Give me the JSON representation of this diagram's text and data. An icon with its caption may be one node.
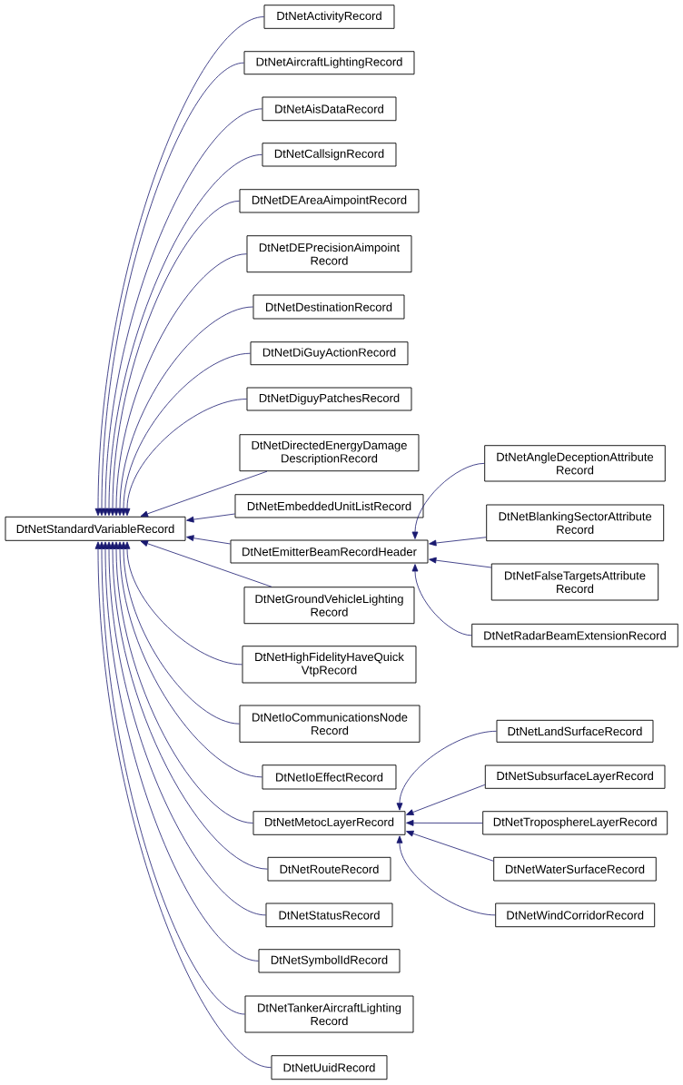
{
  "diagram": {
    "nodes": [
      {
        "text": [
          "DtNetStandardVariableRecord"
        ]
      },
      {
        "text": [
          "DtNetActivityRecord"
        ]
      },
      {
        "text": [
          "DtNetAircraftLightingRecord"
        ]
      },
      {
        "text": [
          "DtNetAisDataRecord"
        ]
      },
      {
        "text": [
          "DtNetCallsignRecord"
        ]
      },
      {
        "text": [
          "DtNetDEAreaAimpointRecord"
        ]
      },
      {
        "text": [
          "DtNetDEPrecisionAimpoint Record"
        ]
      },
      {
        "text": [
          "DtNetDestinationRecord"
        ]
      },
      {
        "text": [
          "DtNetDiGuyActionRecord"
        ]
      },
      {
        "text": [
          "DtNetDiguyPatchesRecord"
        ]
      },
      {
        "text": [
          "DtNetDirectedEnergyDamage DescriptionRecord"
        ]
      },
      {
        "text": [
          "DtNetEmbeddedUnitListRecord"
        ]
      },
      {
        "text": [
          "DtNetEmitterBeamRecordHeader"
        ]
      },
      {
        "text": [
          "DtNetGroundVehicleLighting Record"
        ]
      },
      {
        "text": [
          "DtNetHighFidelityHaveQuick VtpRecord"
        ]
      },
      {
        "text": [
          "DtNetIoCommunicationsNode Record"
        ]
      },
      {
        "text": [
          "DtNetIoEffectRecord"
        ]
      },
      {
        "text": [
          "DtNetMetocLayerRecord"
        ]
      },
      {
        "text": [
          "DtNetRouteRecord"
        ]
      },
      {
        "text": [
          "DtNetStatusRecord"
        ]
      },
      {
        "text": [
          "DtNetSymbolIdRecord"
        ]
      },
      {
        "text": [
          "DtNetTankerAircraftLighting Record"
        ]
      },
      {
        "text": [
          "DtNetUuidRecord"
        ]
      },
      {
        "text": [
          "DtNetAngleDeceptionAttribute Record"
        ]
      },
      {
        "text": [
          "DtNetBlankingSectorAttribute Record"
        ]
      },
      {
        "text": [
          "DtNetFalseTargetsAttribute Record"
        ]
      },
      {
        "text": [
          "DtNetRadarBeamExtensionRecord"
        ]
      },
      {
        "text": [
          "DtNetLandSurfaceRecord"
        ]
      },
      {
        "text": [
          "DtNetSubsurfaceLayerRecord"
        ]
      },
      {
        "text": [
          "DtNetTroposphereLayerRecord"
        ]
      },
      {
        "text": [
          "DtNetWaterSurfaceRecord"
        ]
      },
      {
        "text": [
          "DtNetWindCorridorRecord"
        ]
      }
    ],
    "edges": [
      {
        "from": 1,
        "to": 0,
        "arrow": "to"
      },
      {
        "from": 2,
        "to": 0,
        "arrow": "to"
      },
      {
        "from": 3,
        "to": 0,
        "arrow": "to"
      },
      {
        "from": 4,
        "to": 0,
        "arrow": "to"
      },
      {
        "from": 5,
        "to": 0,
        "arrow": "to"
      },
      {
        "from": 6,
        "to": 0,
        "arrow": "to"
      },
      {
        "from": 7,
        "to": 0,
        "arrow": "to"
      },
      {
        "from": 8,
        "to": 0,
        "arrow": "to"
      },
      {
        "from": 9,
        "to": 0,
        "arrow": "to"
      },
      {
        "from": 10,
        "to": 0,
        "arrow": "to"
      },
      {
        "from": 11,
        "to": 0,
        "arrow": "to"
      },
      {
        "from": 12,
        "to": 0,
        "arrow": "to"
      },
      {
        "from": 13,
        "to": 0,
        "arrow": "to"
      },
      {
        "from": 14,
        "to": 0,
        "arrow": "to"
      },
      {
        "from": 15,
        "to": 0,
        "arrow": "to"
      },
      {
        "from": 16,
        "to": 0,
        "arrow": "to"
      },
      {
        "from": 17,
        "to": 0,
        "arrow": "to"
      },
      {
        "from": 18,
        "to": 0,
        "arrow": "to"
      },
      {
        "from": 19,
        "to": 0,
        "arrow": "to"
      },
      {
        "from": 20,
        "to": 0,
        "arrow": "to"
      },
      {
        "from": 21,
        "to": 0,
        "arrow": "to"
      },
      {
        "from": 22,
        "to": 0,
        "arrow": "to"
      },
      {
        "from": 23,
        "to": 12,
        "arrow": "to"
      },
      {
        "from": 24,
        "to": 12,
        "arrow": "to"
      },
      {
        "from": 25,
        "to": 12,
        "arrow": "to"
      },
      {
        "from": 26,
        "to": 12,
        "arrow": "to"
      },
      {
        "from": 27,
        "to": 17,
        "arrow": "to"
      },
      {
        "from": 28,
        "to": 17,
        "arrow": "to"
      },
      {
        "from": 29,
        "to": 17,
        "arrow": "to"
      },
      {
        "from": 30,
        "to": 17,
        "arrow": "to"
      },
      {
        "from": 31,
        "to": 17,
        "arrow": "to"
      }
    ]
  }
}
